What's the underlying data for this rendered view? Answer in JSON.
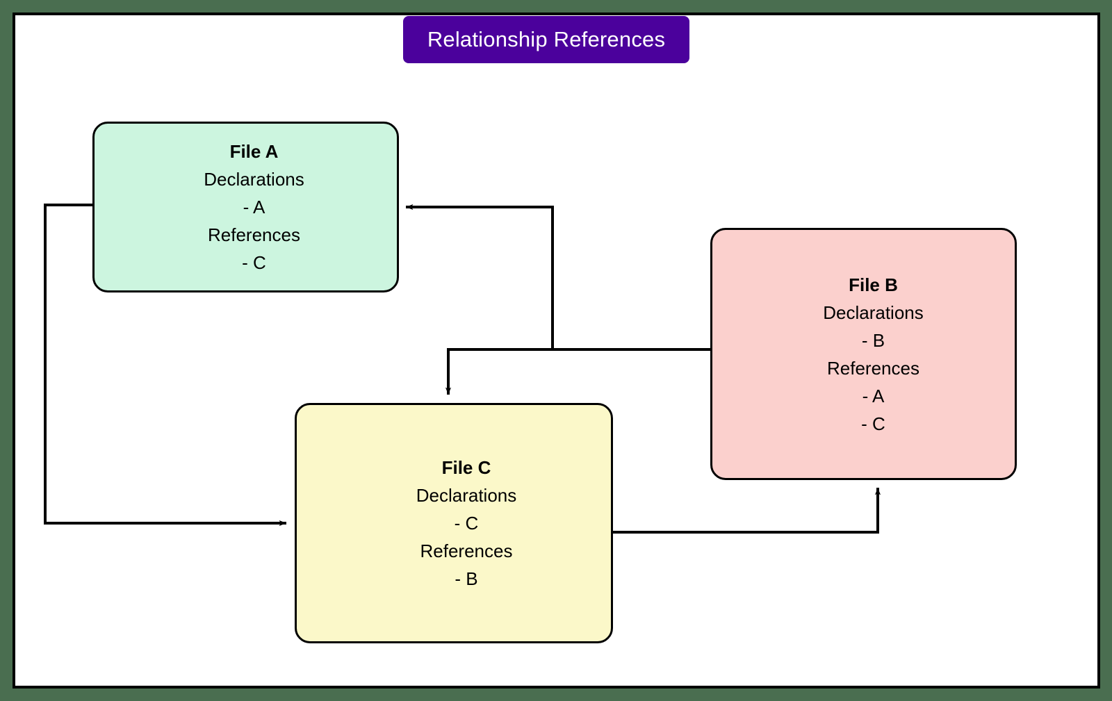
{
  "diagram": {
    "title": "Relationship References",
    "background_color": "#4a6e50",
    "canvas_color": "#ffffff",
    "title_bg_color": "#4B019C",
    "title_text_color": "#ffffff",
    "nodes": [
      {
        "id": "file-a",
        "title": "File A",
        "color": "#CCF5DF",
        "lines": [
          "Declarations",
          "- A",
          "References",
          "- C"
        ]
      },
      {
        "id": "file-b",
        "title": "File B",
        "color": "#FBD0CD",
        "lines": [
          "Declarations",
          "- B",
          "References",
          "- A",
          "- C"
        ]
      },
      {
        "id": "file-c",
        "title": "File C",
        "color": "#FBF8C9",
        "lines": [
          "Declarations",
          "- C",
          "References",
          "- B"
        ]
      }
    ],
    "edges": [
      {
        "id": "edge-b-to-a",
        "from": "File B",
        "to": "File A"
      },
      {
        "id": "edge-b-to-c",
        "from": "File B",
        "to": "File C"
      },
      {
        "id": "edge-a-to-c",
        "from": "File A",
        "to": "File C"
      },
      {
        "id": "edge-c-to-b",
        "from": "File C",
        "to": "File B"
      }
    ]
  }
}
